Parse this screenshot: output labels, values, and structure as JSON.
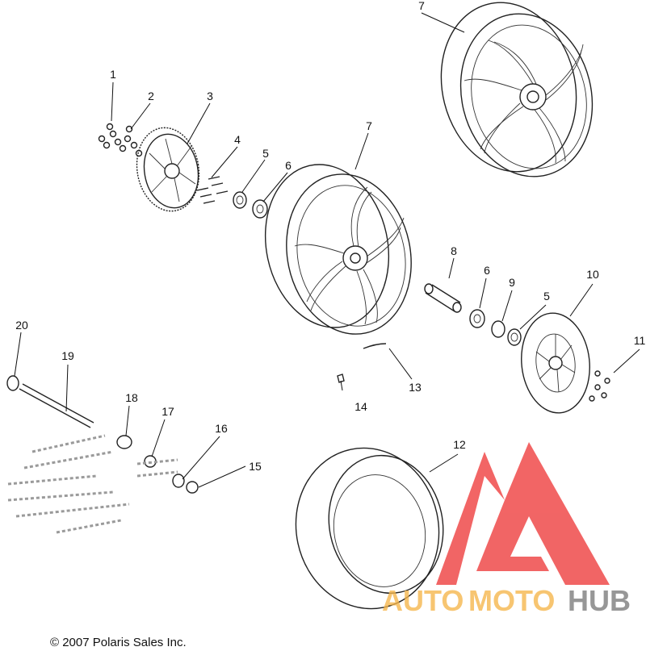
{
  "callouts": [
    "1",
    "2",
    "3",
    "4",
    "5",
    "6",
    "7",
    "8",
    "9",
    "10",
    "11",
    "12",
    "13",
    "14",
    "15",
    "16",
    "17",
    "18",
    "19",
    "20"
  ],
  "copyright": "© 2007 Polaris Sales Inc.",
  "watermark": {
    "brand_auto": "AUTO",
    "brand_moto": "MOTO",
    "brand_hub": "HUB",
    "colors": {
      "auto": "#f5b54a",
      "moto": "#f5b54a",
      "hub": "#7a7a7a",
      "logo": "#ee3a3a"
    }
  }
}
